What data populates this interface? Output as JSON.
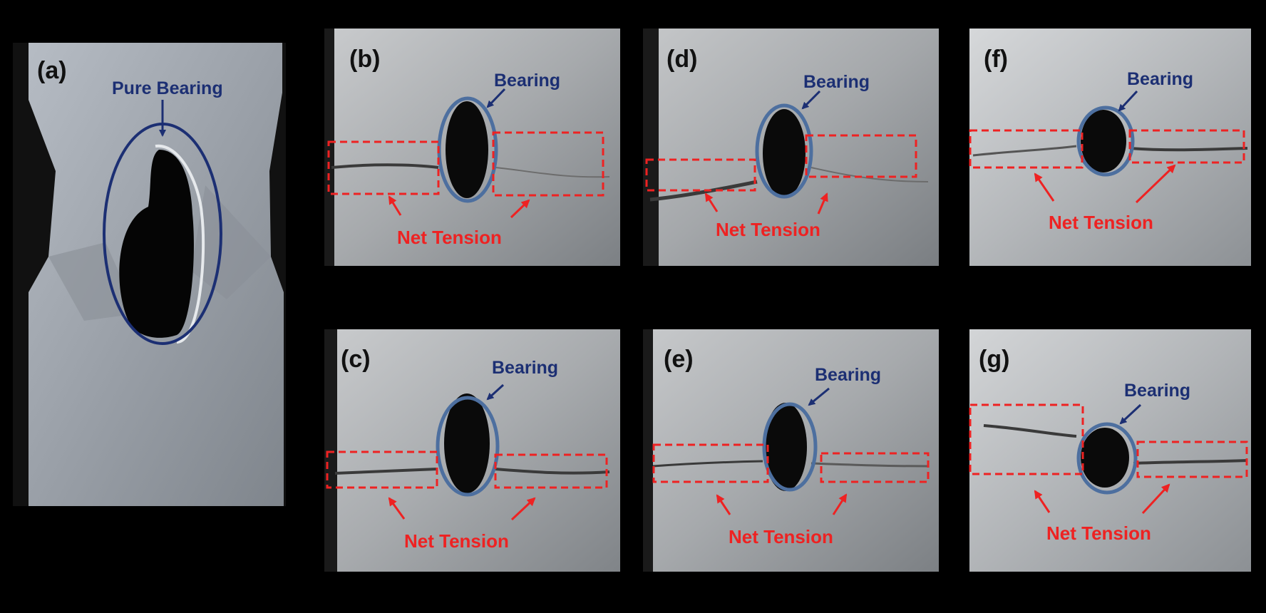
{
  "panels": [
    {
      "id": "a",
      "tag": "(a)",
      "bearing_label": "Pure Bearing"
    },
    {
      "id": "b",
      "tag": "(b)",
      "bearing_label": "Bearing",
      "tension_label": "Net Tension"
    },
    {
      "id": "c",
      "tag": "(c)",
      "bearing_label": "Bearing",
      "tension_label": "Net Tension"
    },
    {
      "id": "d",
      "tag": "(d)",
      "bearing_label": "Bearing",
      "tension_label": "Net Tension"
    },
    {
      "id": "e",
      "tag": "(e)",
      "bearing_label": "Bearing",
      "tension_label": "Net Tension"
    },
    {
      "id": "f",
      "tag": "(f)",
      "bearing_label": "Bearing",
      "tension_label": "Net Tension"
    },
    {
      "id": "g",
      "tag": "(g)",
      "bearing_label": "Bearing",
      "tension_label": "Net Tension"
    }
  ],
  "colors": {
    "bearing": "#1c2f73",
    "ellipse": "#4d6f9f",
    "tension": "#ee2222",
    "background": "#000000"
  }
}
